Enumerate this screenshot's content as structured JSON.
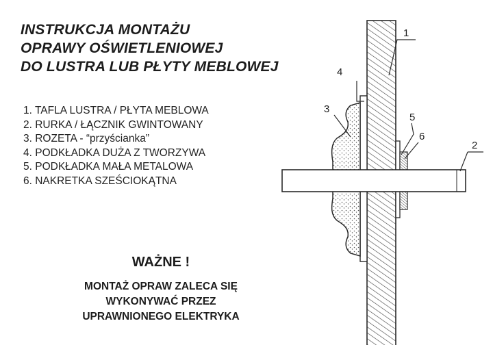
{
  "title": {
    "lines": [
      "INSTRUKCJA MONTAŻU",
      "OPRAWY OŚWIETLENIOWEJ",
      "DO LUSTRA LUB PŁYTY MEBLOWEJ"
    ]
  },
  "parts": [
    "1. TAFLA LUSTRA / PŁYTA MEBLOWA",
    "2. RURKA / ŁĄCZNIK GWINTOWANY",
    "3. ROZETA - “przyścianka”",
    "4. PODKŁADKA DUŻA Z TWORZYWA",
    "5. PODKŁADKA MAŁA METALOWA",
    "6. NAKRETKA SZEŚCIOKĄTNA"
  ],
  "important_heading": "WAŻNE !",
  "note_lines": [
    "MONTAŻ OPRAW ZALECA SIĘ",
    "WYKONYWAĆ PRZEZ",
    "UPRAWNIONEGO ELEKTRYKA"
  ],
  "callouts": [
    "1",
    "2",
    "3",
    "4",
    "5",
    "6"
  ],
  "colors": {
    "line": "#2a2a2a",
    "hatch": "#4a4a4a",
    "stipple": "#555555",
    "paper": "#ffffff"
  }
}
